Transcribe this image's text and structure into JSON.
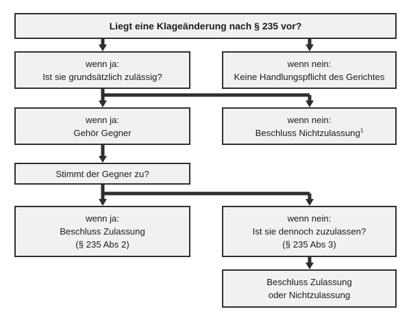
{
  "diagram": {
    "title_text": "Liegt eine Klageänderung nach § 235 vor?",
    "colors": {
      "box_fill": "#f1f1f1",
      "box_border": "#2e2e2e",
      "connector": "#2e2e2e",
      "text": "#1a1a1a",
      "page_background": "#ffffff"
    },
    "nodes": [
      {
        "id": "n1",
        "name": "question-klageaenderung",
        "lines": [
          "Liegt eine Klageänderung nach § 235 vor?"
        ],
        "bold": true
      },
      {
        "id": "n2",
        "name": "yes-grundsaetzlich-zulaessig",
        "lines": [
          "wenn ja:",
          "Ist sie grundsätzlich zulässig?"
        ],
        "bold": false
      },
      {
        "id": "n3",
        "name": "no-keine-handlungspflicht",
        "lines": [
          "wenn nein:",
          "Keine Handlungspflicht des Gerichtes"
        ],
        "bold": false
      },
      {
        "id": "n4",
        "name": "yes-gehoer-gegner",
        "lines": [
          "wenn ja:",
          "Gehör Gegner"
        ],
        "bold": false
      },
      {
        "id": "n5",
        "name": "no-beschluss-nichtzulassung",
        "lines": [
          "wenn nein:",
          "Beschluss Nichtzulassung"
        ],
        "footnote": "1",
        "bold": false
      },
      {
        "id": "n6",
        "name": "question-stimmt-der-gegner-zu",
        "lines": [
          "Stimmt der Gegner zu?"
        ],
        "bold": false
      },
      {
        "id": "n7",
        "name": "yes-beschluss-zulassung",
        "lines": [
          "wenn ja:",
          "Beschluss Zulassung",
          "(§ 235 Abs 2)"
        ],
        "bold": false
      },
      {
        "id": "n8",
        "name": "no-dennoch-zuzulassen",
        "lines": [
          "wenn nein:",
          "Ist sie dennoch zuzulassen?",
          "(§ 235 Abs 3)"
        ],
        "bold": false
      },
      {
        "id": "n9",
        "name": "result-zulassung-oder-nichtzulassung",
        "lines": [
          "Beschluss Zulassung",
          "oder Nichtzulassung"
        ],
        "bold": false
      }
    ],
    "edges": [
      {
        "name": "edge-n1-to-n2",
        "from": "n1",
        "to": "n2",
        "kind": "straight"
      },
      {
        "name": "edge-n1-to-n3",
        "from": "n1",
        "to": "n3",
        "kind": "straight"
      },
      {
        "name": "edge-n2-to-n4",
        "from": "n2",
        "to": "n4",
        "kind": "straight"
      },
      {
        "name": "edge-n2-to-n5",
        "from": "n2",
        "to": "n5",
        "kind": "branch"
      },
      {
        "name": "edge-n4-to-n6",
        "from": "n4",
        "to": "n6",
        "kind": "straight"
      },
      {
        "name": "edge-n6-to-n7",
        "from": "n6",
        "to": "n7",
        "kind": "straight"
      },
      {
        "name": "edge-n6-to-n8",
        "from": "n6",
        "to": "n8",
        "kind": "branch"
      },
      {
        "name": "edge-n8-to-n9",
        "from": "n8",
        "to": "n9",
        "kind": "straight"
      }
    ]
  }
}
